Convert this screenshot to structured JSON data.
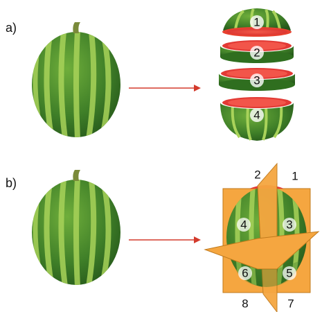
{
  "part_a": {
    "label": "a)",
    "slices": [
      "1",
      "2",
      "3",
      "4"
    ]
  },
  "part_b": {
    "label": "b)",
    "pieces": [
      "1",
      "2",
      "3",
      "4",
      "5",
      "6",
      "7",
      "8"
    ]
  },
  "colors": {
    "rind_dark": "#2f6e1f",
    "rind_light": "#9ccc4c",
    "flesh": "#e23a35",
    "plane": "#f5a640",
    "arrow": "#d33a2c"
  }
}
